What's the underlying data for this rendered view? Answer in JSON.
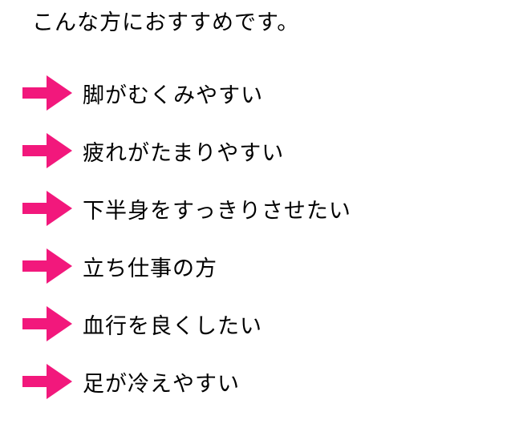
{
  "colors": {
    "background": "#ffffff",
    "accent_pink": "#F2187C",
    "text": "#000000"
  },
  "title": "こんな方におすすめです。",
  "items": [
    {
      "icon": "arrow-right-icon",
      "label": "脚がむくみやすい"
    },
    {
      "icon": "arrow-right-icon",
      "label": "疲れがたまりやすい"
    },
    {
      "icon": "arrow-right-icon",
      "label": "下半身をすっきりさせたい"
    },
    {
      "icon": "arrow-right-icon",
      "label": "立ち仕事の方"
    },
    {
      "icon": "arrow-right-icon",
      "label": "血行を良くしたい"
    },
    {
      "icon": "arrow-right-icon",
      "label": "足が冷えやすい"
    }
  ]
}
